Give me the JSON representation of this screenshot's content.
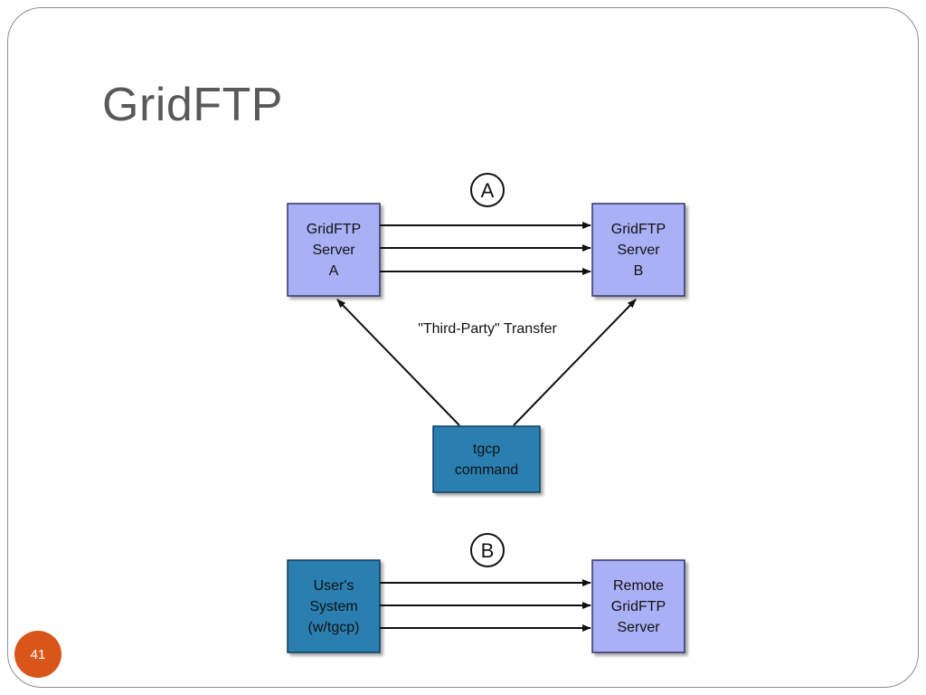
{
  "slide": {
    "title": "GridFTP",
    "number": "41"
  },
  "colors": {
    "server_fill": "#aab0f5",
    "client_fill": "#2a7fb0",
    "number_badge": "#d9561b",
    "title_text": "#595959"
  },
  "diagram": {
    "section_a": {
      "marker": "A",
      "transfer_label": "\"Third-Party\" Transfer",
      "server_a": [
        "GridFTP",
        "Server",
        "A"
      ],
      "server_b": [
        "GridFTP",
        "Server",
        "B"
      ],
      "client": [
        "tgcp",
        "command"
      ]
    },
    "section_b": {
      "marker": "B",
      "user_system": [
        "User's",
        "System",
        "(w/tgcp)"
      ],
      "remote_server": [
        "Remote",
        "GridFTP",
        "Server"
      ]
    }
  }
}
